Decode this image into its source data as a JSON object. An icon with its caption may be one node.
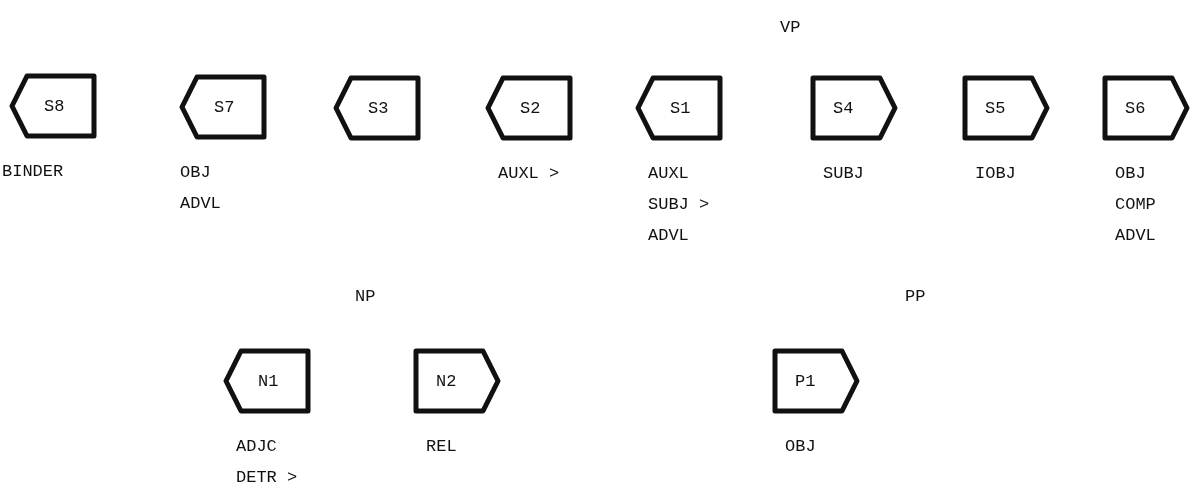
{
  "diagram": {
    "nodes": [
      {
        "text": [
          "S8"
        ],
        "beside": [
          "BINDER"
        ]
      },
      {
        "text": [
          "S7"
        ],
        "beside": [
          "OBJ",
          "ADVL"
        ]
      },
      {
        "text": [
          "S3"
        ]
      },
      {
        "text": [
          "S2"
        ],
        "beside": [
          "AUXL >"
        ]
      },
      {
        "text": [
          "S1"
        ],
        "beside": [
          "AUXL",
          "SUBJ >",
          "ADVL"
        ]
      },
      {
        "text": [
          "S4"
        ],
        "beside": [
          "SUBJ"
        ]
      },
      {
        "text": [
          "S5"
        ],
        "beside": [
          "IOBJ"
        ]
      },
      {
        "text": [
          "S6"
        ],
        "beside": [
          "OBJ",
          "COMP",
          "ADVL"
        ]
      },
      {
        "text": [
          "N1"
        ],
        "beside": [
          "ADJC",
          "DETR >"
        ]
      },
      {
        "text": [
          "N2"
        ],
        "beside": [
          "REL"
        ]
      },
      {
        "text": [
          "P1"
        ],
        "beside": [
          "OBJ"
        ]
      }
    ],
    "labels": [
      "VP",
      "NP",
      "PP"
    ]
  }
}
